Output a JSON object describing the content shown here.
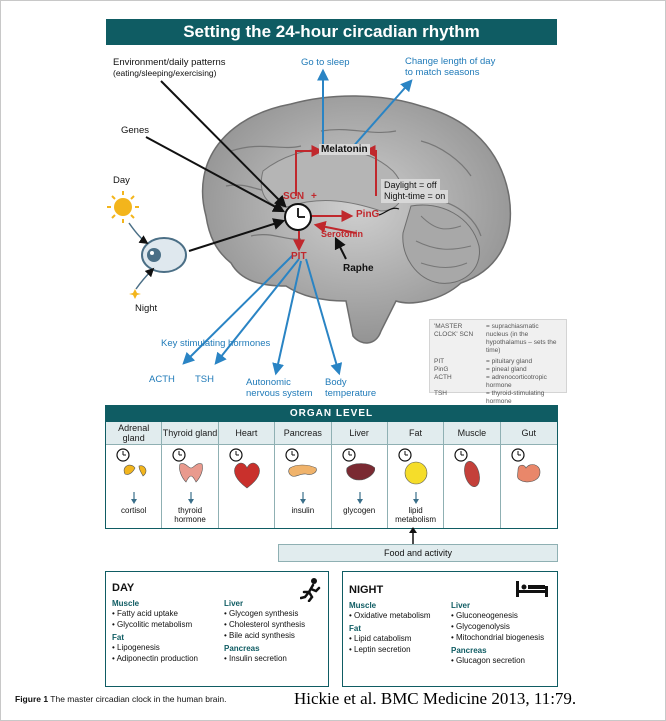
{
  "title": "Setting the 24-hour circadian rhythm",
  "labels": {
    "environment": "Environment/daily patterns",
    "environment_sub": "(eating/sleeping/exercising)",
    "genes": "Genes",
    "day": "Day",
    "night": "Night",
    "go_to_sleep": "Go to sleep",
    "change_day_1": "Change length of day",
    "change_day_2": "to match seasons",
    "melatonin": "Melatonin",
    "scn": "SCN",
    "plus": "+",
    "pin_g": "PinG",
    "serotonin": "Serotonin",
    "pit": "PIT",
    "raphe": "Raphe",
    "daylight": "Daylight = off",
    "night_time": "Night-time = on",
    "key_hormones": "Key stimulating hormones",
    "acth": "ACTH",
    "tsh": "TSH",
    "autonomic_1": "Autonomic",
    "autonomic_2": "nervous system",
    "body_temp_1": "Body",
    "body_temp_2": "temperature"
  },
  "legend": [
    {
      "key": "'MASTER CLOCK' SCN",
      "value": "= suprachiasmatic nucleus (in the hypothalamus – sets the time)"
    },
    {
      "key": "PIT",
      "value": "= pituitary gland"
    },
    {
      "key": "PinG",
      "value": "= pineal gland"
    },
    {
      "key": "ACTH",
      "value": "= adrenocorticotropic hormone"
    },
    {
      "key": "TSH",
      "value": "= thyroid-stimulating hormone"
    }
  ],
  "organ_level": {
    "header": "ORGAN LEVEL",
    "columns": [
      {
        "name": "Adrenal gland",
        "output": "cortisol",
        "color": "#f2b51d"
      },
      {
        "name": "Thyroid gland",
        "output": "thyroid hormone",
        "color": "#e99a8e"
      },
      {
        "name": "Heart",
        "output": "",
        "color": "#c9302c"
      },
      {
        "name": "Pancreas",
        "output": "insulin",
        "color": "#f0b36b"
      },
      {
        "name": "Liver",
        "output": "glycogen",
        "color": "#7a2a32"
      },
      {
        "name": "Fat",
        "output": "lipid metabolism",
        "color": "#f5dd2a"
      },
      {
        "name": "Muscle",
        "output": "",
        "color": "#c4403a"
      },
      {
        "name": "Gut",
        "output": "",
        "color": "#e9876a"
      }
    ]
  },
  "food_activity": "Food and activity",
  "day_box": {
    "title": "DAY",
    "icon": "running-person-icon",
    "left": [
      {
        "heading": "Muscle",
        "items": [
          "Fatty acid uptake",
          "Glycolitic metabolism"
        ]
      },
      {
        "heading": "Fat",
        "items": [
          "Lipogenesis",
          "Adiponectin production"
        ]
      }
    ],
    "right": [
      {
        "heading": "Liver",
        "items": [
          "Glycogen synthesis",
          "Cholesterol synthesis",
          "Bile acid synthesis"
        ]
      },
      {
        "heading": "Pancreas",
        "items": [
          "Insulin secretion"
        ]
      }
    ]
  },
  "night_box": {
    "title": "NIGHT",
    "icon": "bed-icon",
    "left": [
      {
        "heading": "Muscle",
        "items": [
          "Oxidative metabolism"
        ]
      },
      {
        "heading": "Fat",
        "items": [
          "Lipid catabolism",
          "Leptin secretion"
        ]
      }
    ],
    "right": [
      {
        "heading": "Liver",
        "items": [
          "Gluconeogenesis",
          "Glycogenolysis",
          "Mitochondrial biogenesis"
        ]
      },
      {
        "heading": "Pancreas",
        "items": [
          "Glucagon secretion"
        ]
      }
    ]
  },
  "caption_bold": "Figure 1",
  "caption_text": "The master circadian clock in the human brain.",
  "citation": "Hickie et al. BMC Medicine 2013, 11:79.",
  "colors": {
    "teal": "#0f5c63",
    "arrow_blue": "#2a84c4",
    "arrow_red": "#c0282d"
  }
}
